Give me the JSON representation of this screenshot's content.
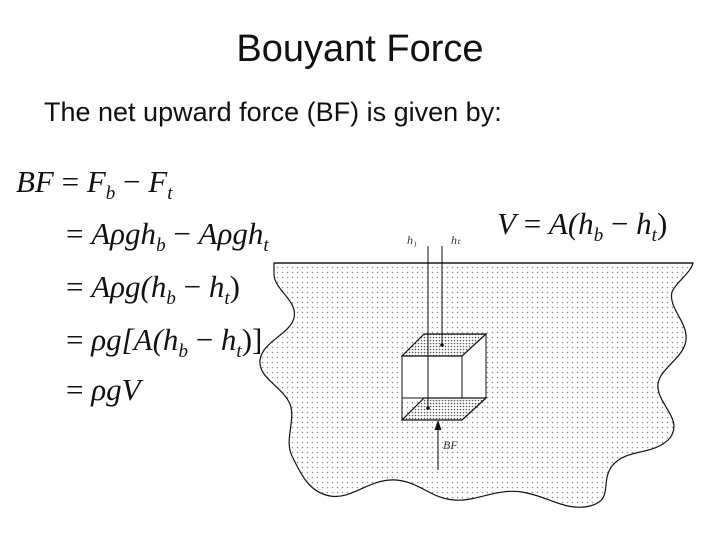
{
  "slide": {
    "title": "Bouyant Force",
    "subtitle": "The net upward force (BF) is given by:"
  },
  "equations": {
    "line1": {
      "lhs": "BF",
      "eq": "=",
      "t1": "F",
      "s1": "b",
      "op": "−",
      "t2": "F",
      "s2": "t"
    },
    "line2": {
      "eq": "=",
      "t1": "Aρgh",
      "s1": "b",
      "op": "−",
      "t2": "Aρgh",
      "s2": "t"
    },
    "line3": {
      "eq": "=",
      "pre": "Aρg(h",
      "s1": "b",
      "op": "−",
      "mid": "h",
      "s2": "t",
      "post": ")"
    },
    "line4": {
      "eq": "=",
      "pre": "ρg[A(h",
      "s1": "b",
      "op": "−",
      "mid": "h",
      "s2": "t",
      "post": ")]"
    },
    "line5": {
      "eq": "=",
      "t1": "ρgV"
    }
  },
  "volume_equation": {
    "lhs": "V",
    "eq": "=",
    "pre": "A(h",
    "s1": "b",
    "op": "−",
    "mid": "h",
    "s2": "t",
    "post": ")"
  },
  "diagram": {
    "label_hb": "h₁",
    "label_ht": "hₜ",
    "label_bf": "BF",
    "colors": {
      "fluid_fill": "#f2f2f2",
      "dot": "#9a9a9a",
      "line": "#222222"
    }
  }
}
